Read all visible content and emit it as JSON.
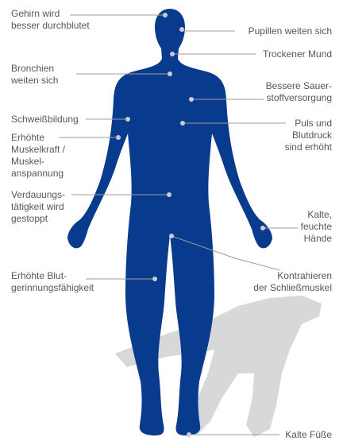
{
  "colors": {
    "body": "#083b8e",
    "shadow": "#d7d8da",
    "line": "#9a9ca0",
    "dot": "#c9ccd2",
    "text": "#55575c"
  },
  "labels": {
    "gehirn": "Gehirn wird\nbesser durchblutet",
    "pupillen": "Pupillen weiten sich",
    "mund": "Trockener Mund",
    "bronchien": "Bronchien\nweiten sich",
    "sauerstoff": "Bessere Sauer-\nstoffversorgung",
    "schweiss": "Schweißbildung",
    "puls": "Puls und\nBlutdruck\nsind erhöht",
    "muskel": "Erhöhte\nMuskelkraft /\nMuskel-\nanspannung",
    "verdauung": "Verdauungs-\ntätigkeit wird\ngestoppt",
    "haende": "Kalte,\nfeuchte\nHände",
    "blut": "Erhöhte Blut-\ngerinnungsfähigkeit",
    "schliess": "Kontrahieren\nder Schließmuskel",
    "fuesse": "Kalte Füße"
  }
}
